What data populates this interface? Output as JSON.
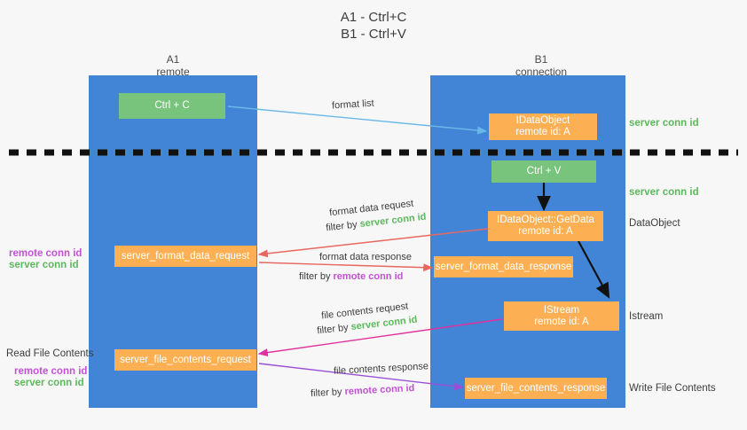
{
  "title": {
    "line1": "A1 - Ctrl+C",
    "line2": "B1 - Ctrl+V"
  },
  "columns": [
    {
      "name": "A1",
      "sub": "remote"
    },
    {
      "name": "B1",
      "sub": "connection"
    }
  ],
  "boxes": {
    "ctrl_c": "Ctrl + C",
    "dataobject_top": "IDataObject\nremote id: A",
    "ctrl_v": "Ctrl + V",
    "getdata": "IDataObject::GetData\nremote id: A",
    "server_format_data_request": "server_format_data_request",
    "server_format_data_response": "server_format_data_response",
    "istream": "IStream\nremote id: A",
    "server_file_contents_request": "server_file_contents_request",
    "server_file_contents_response": "server_file_contents_response"
  },
  "right_labels": {
    "server_conn_id_top": "server conn id",
    "server_conn_id_mid": "server conn id",
    "dataobject": "DataObject",
    "istream": "Istream",
    "write_file_contents": "Write File Contents"
  },
  "left_labels": {
    "remote_conn_id_1": "remote conn id",
    "server_conn_id_1": "server conn id",
    "read_file_contents": "Read File Contents",
    "remote_conn_id_2": "remote conn id",
    "server_conn_id_2": "server conn id"
  },
  "edges": {
    "format_list": "format list",
    "format_data_request": "format data request",
    "filter_by_server_1_prefix": "filter by ",
    "filter_by_server_1_value": "server conn id",
    "format_data_response": "format data response",
    "filter_by_remote_1_prefix": "filter by ",
    "filter_by_remote_1_value": "remote conn id",
    "file_contents_request": "file contents request",
    "filter_by_server_2_prefix": "filter by ",
    "filter_by_server_2_value": "server conn id",
    "file_contents_response": "file contents response",
    "filter_by_remote_2_prefix": "filter by ",
    "filter_by_remote_2_value": "remote conn id"
  },
  "colors": {
    "lane": "#4285d6",
    "green_box": "#79c47d",
    "orange_box": "#fcb053",
    "server_conn_id": "#5cb85c",
    "remote_conn_id": "#c252d4",
    "arrow_blue": "#6ab8e8",
    "arrow_red": "#e8685f",
    "arrow_magenta": "#e0329e",
    "arrow_purple": "#9b4fd8",
    "arrow_black": "#111111",
    "divider": "#111111"
  }
}
